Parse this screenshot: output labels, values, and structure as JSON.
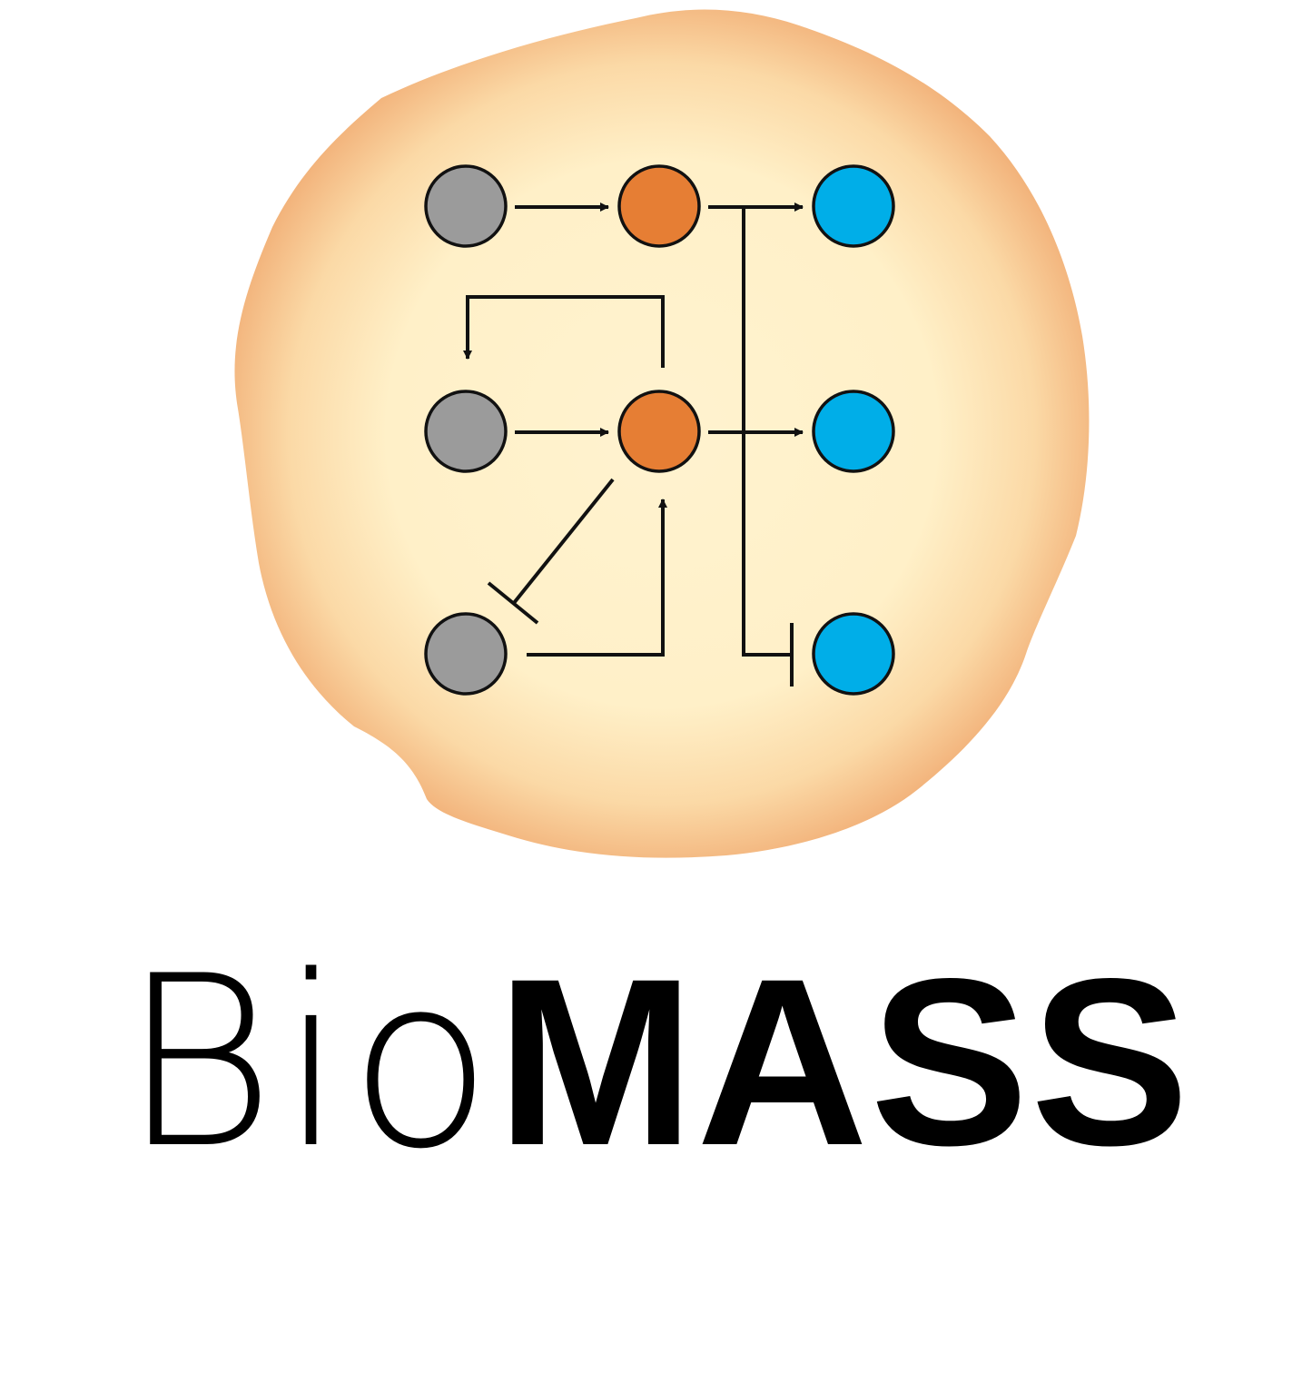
{
  "logo": {
    "name_light": "Bio",
    "name_bold": "MASS"
  },
  "colors": {
    "cell_center": "#fff3cf",
    "cell_edge": "#f2b27a",
    "node_gray": "#9b9b9b",
    "node_orange": "#e67e34",
    "node_blue": "#00aee8",
    "stroke": "#111111",
    "text": "#000000"
  },
  "diagram": {
    "nodes": [
      {
        "id": "gray-1",
        "kind": "gray"
      },
      {
        "id": "orange-1",
        "kind": "orange"
      },
      {
        "id": "blue-1",
        "kind": "blue"
      },
      {
        "id": "gray-2",
        "kind": "gray"
      },
      {
        "id": "orange-2",
        "kind": "orange"
      },
      {
        "id": "blue-2",
        "kind": "blue"
      },
      {
        "id": "gray-3",
        "kind": "gray"
      },
      {
        "id": "blue-3",
        "kind": "blue"
      }
    ],
    "edges": [
      {
        "from": "gray-1",
        "to": "orange-1",
        "type": "activation"
      },
      {
        "from": "orange-1",
        "to": "blue-1",
        "type": "activation"
      },
      {
        "from": "orange-2",
        "to": "gray-2",
        "type": "activation"
      },
      {
        "from": "gray-2",
        "to": "orange-2",
        "type": "activation"
      },
      {
        "from": "orange-2",
        "to": "blue-2",
        "type": "activation"
      },
      {
        "from": "orange-2",
        "to": "gray-3",
        "type": "inhibition"
      },
      {
        "from": "gray-3",
        "to": "orange-2",
        "type": "activation"
      },
      {
        "from": "orange-1",
        "to": "blue-3",
        "type": "inhibition"
      }
    ]
  }
}
